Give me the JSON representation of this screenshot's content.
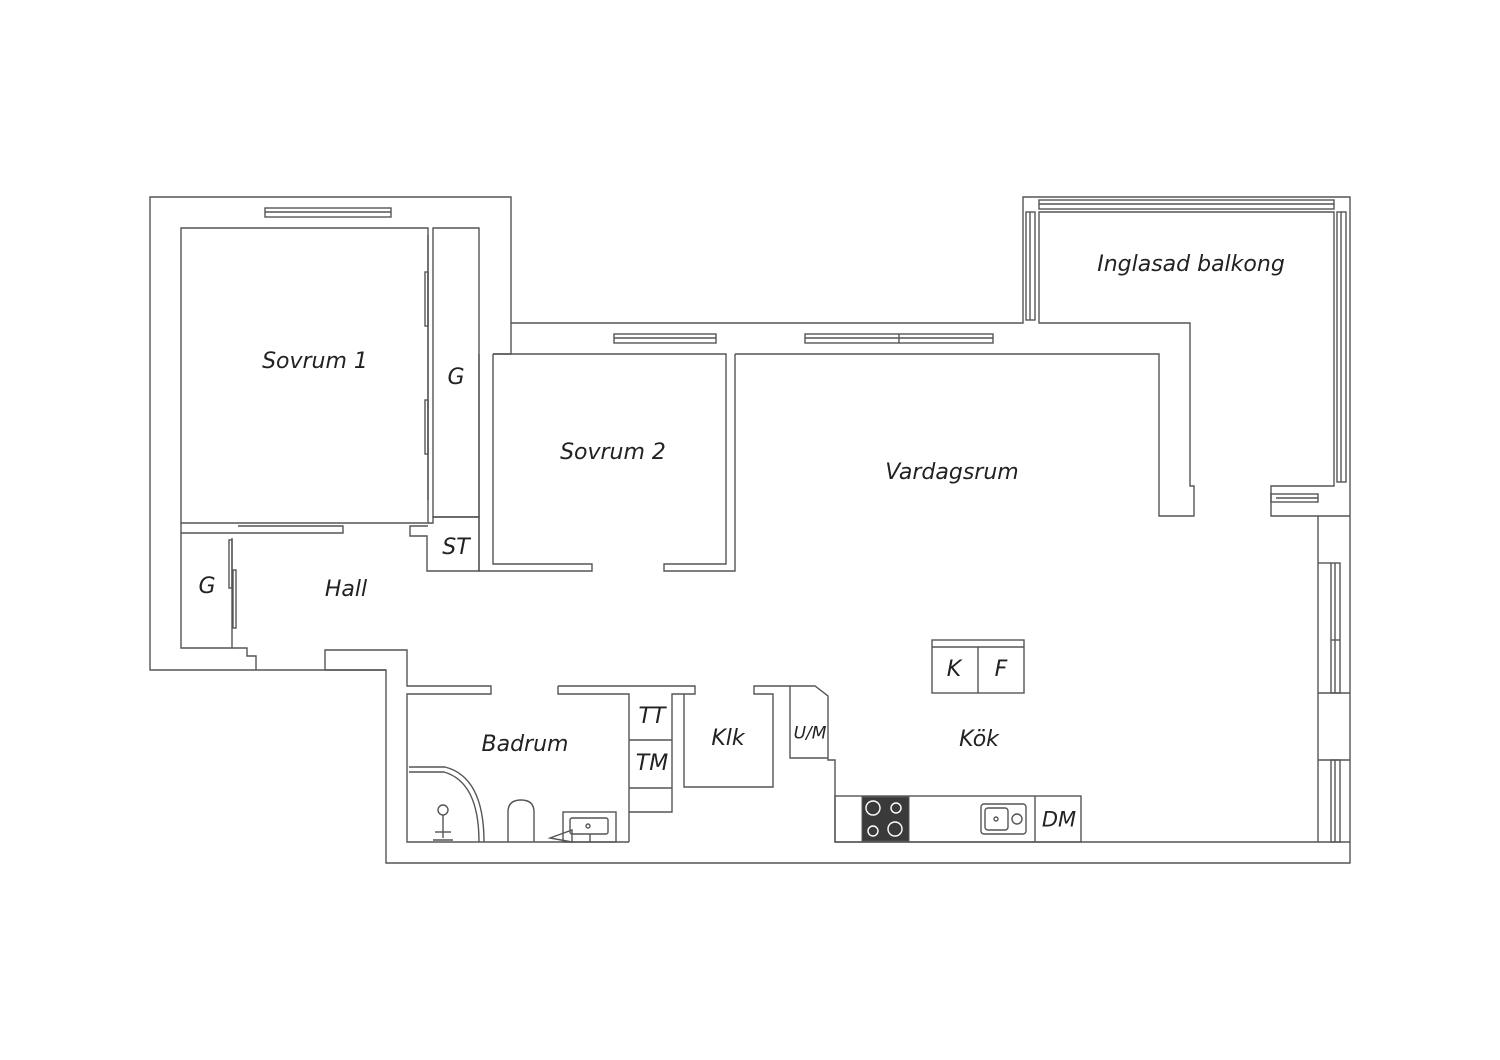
{
  "colors": {
    "wall_stroke": "#555555",
    "wall_fill": "#ffffff",
    "background": "#ffffff",
    "stove": "#3a3a3a",
    "text": "#222222"
  },
  "rooms": {
    "sovrum1": "Sovrum 1",
    "sovrum2": "Sovrum 2",
    "vardagsrum": "Vardagsrum",
    "balkong": "Inglasad balkong",
    "hall": "Hall",
    "badrum": "Badrum",
    "klk": "Klk",
    "kok": "Kök"
  },
  "fixtures": {
    "garderob_1": "G",
    "garderob_2": "G",
    "stadskap": "ST",
    "tvattmaskin": "TT",
    "torktumlare": "TM",
    "ugn_mikro": "U/M",
    "kyl": "K",
    "frys": "F",
    "diskmaskin": "DM"
  }
}
